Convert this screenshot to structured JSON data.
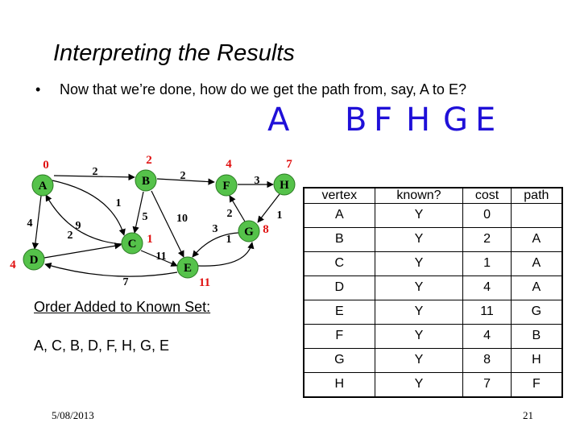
{
  "slide": {
    "title": "Interpreting the Results",
    "bullet": "Now that we’re done, how do we get the path from, say, A to E?",
    "handwriting": [
      "A",
      "B",
      "F",
      "H",
      "G",
      "E"
    ],
    "handwriting_color": "#1f10d8",
    "order_heading": "Order Added to Known Set:",
    "order_list": "A, C, B, D, F, H, G, E",
    "date": "5/08/2013",
    "page_number": "21"
  },
  "graph": {
    "node_fill": "#55c24a",
    "cost_color": "#e01010",
    "nodes": [
      {
        "id": "A",
        "cost": "0"
      },
      {
        "id": "B",
        "cost": "2"
      },
      {
        "id": "F",
        "cost": "4"
      },
      {
        "id": "H",
        "cost": "7"
      },
      {
        "id": "C",
        "cost": "1"
      },
      {
        "id": "G",
        "cost": "8"
      },
      {
        "id": "D",
        "cost": "4"
      },
      {
        "id": "E",
        "cost": "11"
      }
    ],
    "edges": [
      {
        "from": "A",
        "to": "B",
        "weight": "2"
      },
      {
        "from": "B",
        "to": "F",
        "weight": "2"
      },
      {
        "from": "F",
        "to": "H",
        "weight": "3"
      },
      {
        "from": "A",
        "to": "C",
        "weight": "1"
      },
      {
        "from": "A",
        "to": "D",
        "weight": "4"
      },
      {
        "from": "C",
        "to": "A",
        "weight": "9"
      },
      {
        "from": "B",
        "to": "C",
        "weight": "5"
      },
      {
        "from": "B",
        "to": "E",
        "weight": "10"
      },
      {
        "from": "H",
        "to": "G",
        "weight": "1"
      },
      {
        "from": "G",
        "to": "F",
        "weight": "2"
      },
      {
        "from": "G",
        "to": "E",
        "weight": "3"
      },
      {
        "from": "E",
        "to": "G",
        "weight": "1"
      },
      {
        "from": "D",
        "to": "C",
        "weight": "2"
      },
      {
        "from": "C",
        "to": "E",
        "weight": "11"
      },
      {
        "from": "E",
        "to": "D",
        "weight": "7"
      }
    ]
  },
  "table": {
    "headers": [
      "vertex",
      "known?",
      "cost",
      "path"
    ],
    "rows": [
      [
        "A",
        "Y",
        "0",
        ""
      ],
      [
        "B",
        "Y",
        "2",
        "A"
      ],
      [
        "C",
        "Y",
        "1",
        "A"
      ],
      [
        "D",
        "Y",
        "4",
        "A"
      ],
      [
        "E",
        "Y",
        "11",
        "G"
      ],
      [
        "F",
        "Y",
        "4",
        "B"
      ],
      [
        "G",
        "Y",
        "8",
        "H"
      ],
      [
        "H",
        "Y",
        "7",
        "F"
      ]
    ]
  }
}
